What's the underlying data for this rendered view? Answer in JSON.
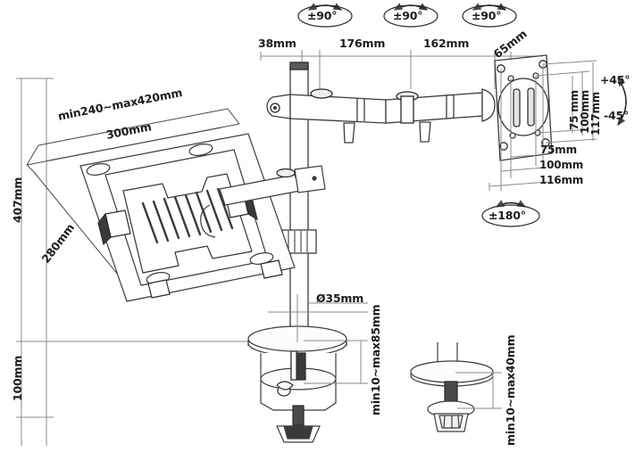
{
  "drawing": {
    "title": "Monitor / laptop desk mount technical dimension drawing",
    "units": "mm",
    "line_color": "#3c3c3c",
    "dim_color": "#6b6b6b",
    "text_color": "#1c1c1c"
  },
  "rotation_badges": [
    {
      "id": "pole-swivel",
      "label": "±90°"
    },
    {
      "id": "elbow-swivel",
      "label": "±90°"
    },
    {
      "id": "wrist-swivel",
      "label": "±90°"
    },
    {
      "id": "vesa-rotation",
      "label": "±180°"
    }
  ],
  "tilt": {
    "up_label": "+45°",
    "down_label": "-45°"
  },
  "top_dimensions": [
    {
      "id": "pole-offset",
      "label": "38mm"
    },
    {
      "id": "arm-segment-1",
      "label": "176mm"
    },
    {
      "id": "arm-segment-2",
      "label": "162mm"
    },
    {
      "id": "vesa-offset",
      "label": "65mm"
    }
  ],
  "tray_dimensions": {
    "width_range": "min240~max420mm",
    "width_fixed": "300mm",
    "depth": "280mm"
  },
  "height_dimensions": {
    "total_height": "407mm",
    "clamp_zone": "100mm"
  },
  "clamp": {
    "hole_diameter": "Ø35mm",
    "desk_thickness": "min10~max85mm"
  },
  "grommet": {
    "desk_thickness": "min10~max40mm"
  },
  "vesa_vertical": [
    {
      "id": "vesa-v-75",
      "label": "75 mm"
    },
    {
      "id": "vesa-v-100",
      "label": "100mm"
    },
    {
      "id": "vesa-v-117",
      "label": "117mm"
    }
  ],
  "vesa_horizontal": [
    {
      "id": "vesa-h-75",
      "label": "75mm"
    },
    {
      "id": "vesa-h-100",
      "label": "100mm"
    },
    {
      "id": "vesa-h-116",
      "label": "116mm"
    }
  ]
}
